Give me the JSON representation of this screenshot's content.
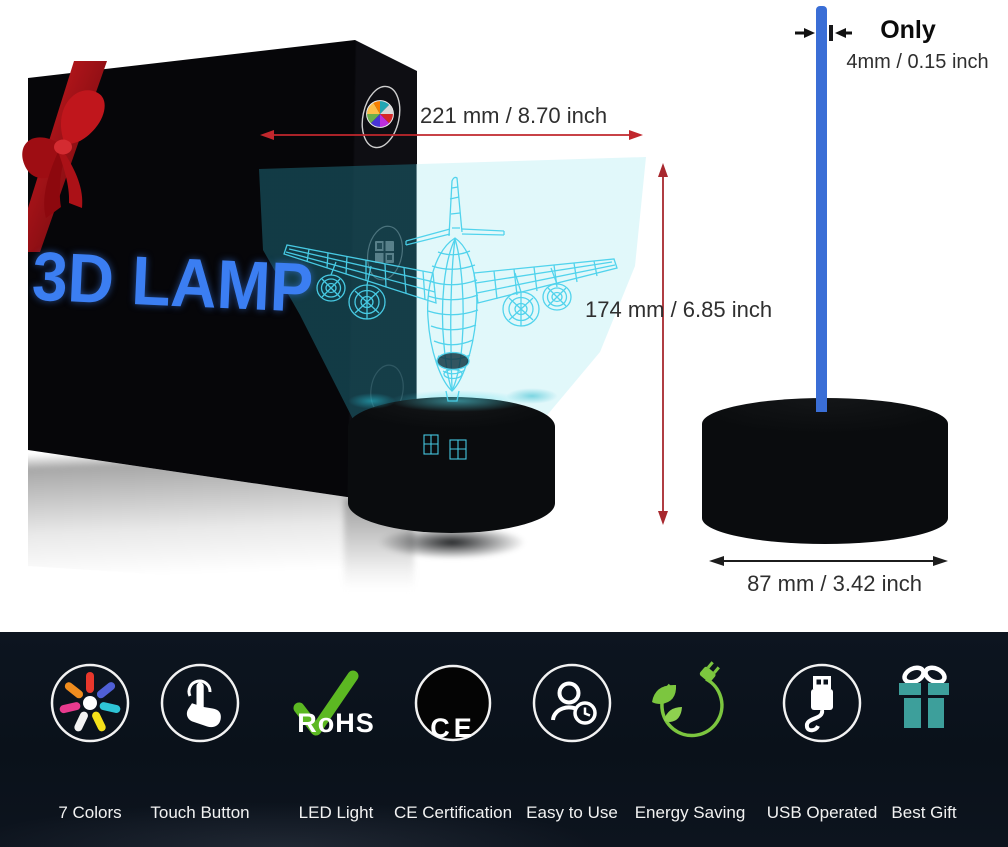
{
  "product": {
    "brand_text": "3D LAMP",
    "panel_design": "airplane-wireframe-engraving"
  },
  "annotations": {
    "width": "221 mm / 8.70 inch",
    "height": "174 mm / 6.85 inch",
    "base_diameter": "87 mm / 3.42 inch",
    "thickness_label": "Only",
    "thickness_value": "4mm / 0.15 inch"
  },
  "banner": {
    "features": [
      {
        "icon": "color-wheel-icon",
        "label": "7 Colors"
      },
      {
        "icon": "touch-button-icon",
        "label": "Touch Button"
      },
      {
        "icon": "rohs-check-icon",
        "label": "LED Light",
        "badge": "RoHS"
      },
      {
        "icon": "ce-mark-icon",
        "label": "CE Certification",
        "badge": "CE"
      },
      {
        "icon": "person-clock-icon",
        "label": "Easy to Use"
      },
      {
        "icon": "leaf-plug-icon",
        "label": "Energy Saving"
      },
      {
        "icon": "usb-plug-icon",
        "label": "USB Operated"
      },
      {
        "icon": "gift-box-icon",
        "label": "Best Gift"
      }
    ]
  },
  "colors": {
    "arrow_red": "#c1272d",
    "panel_edge_blue": "#3a6ed6",
    "engraving_cyan": "#4ad2ec",
    "brand_blue": "#3b7ef2",
    "banner_bg": "#0b121c",
    "gift_teal": "#3d9f9b",
    "eco_green": "#7cc63f"
  }
}
